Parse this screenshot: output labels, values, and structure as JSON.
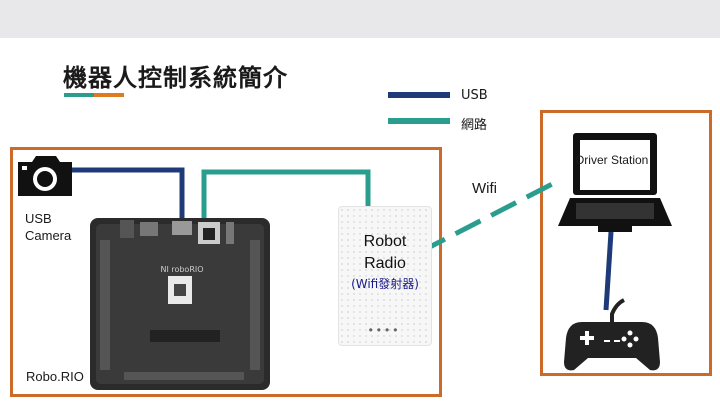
{
  "slide": {
    "title": "機器人控制系統簡介"
  },
  "legend": [
    {
      "label": "USB",
      "color": "#1f3a78"
    },
    {
      "label": "網路",
      "color": "#2a9d8f"
    }
  ],
  "labels": {
    "usb_camera": "USB\nCamera",
    "roborio": "Robo.RIO",
    "wifi": "Wifi",
    "radio_line1": "Robot",
    "radio_line2": "Radio",
    "radio_sub": "(Wifi發射器)",
    "driver_station": "Driver Station",
    "board_brand": "NI roboRIO"
  },
  "colors": {
    "accent_orange": "#cc6a2a",
    "usb_blue": "#1f3a78",
    "network_teal": "#2a9d8f"
  }
}
